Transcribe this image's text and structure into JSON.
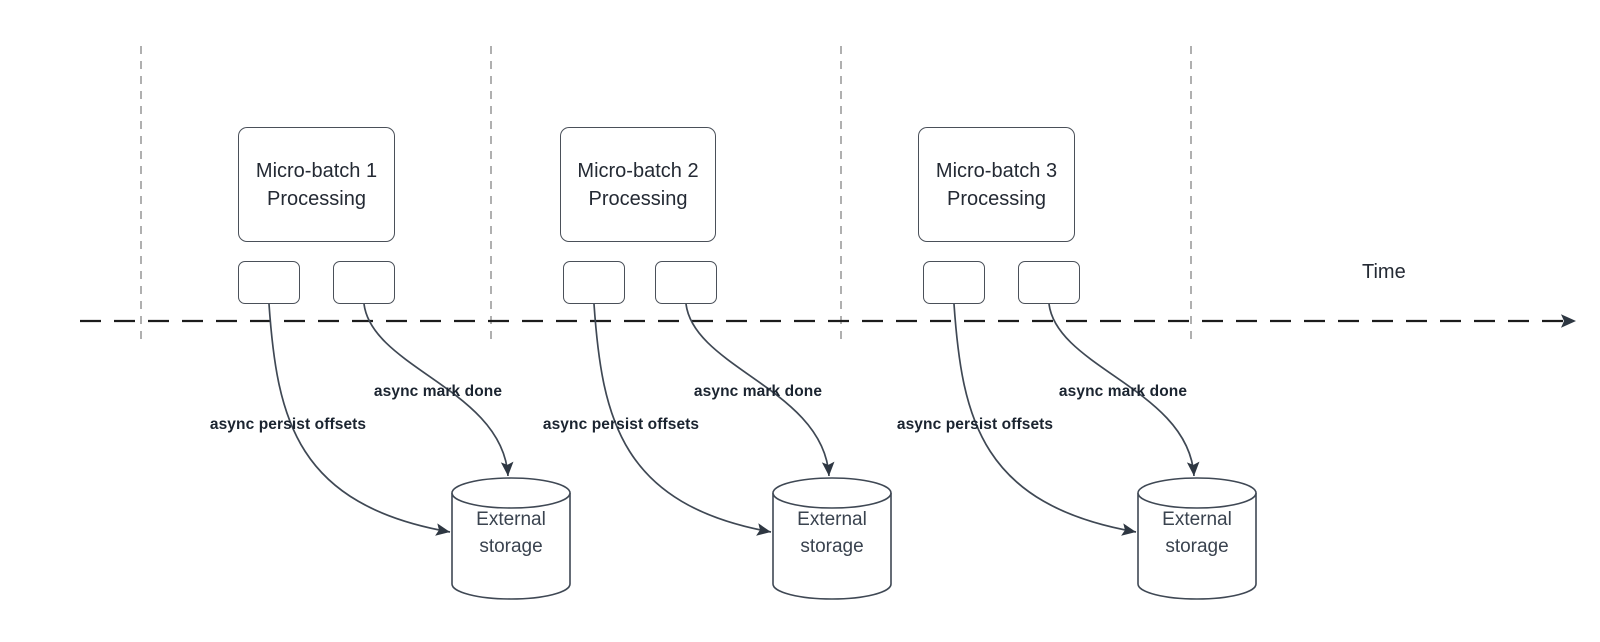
{
  "colors": {
    "shape_stroke": "#4a5059",
    "connector_stroke": "#3f4854",
    "arrow_fill": "#2e3742",
    "timeline_stroke": "#1c1c1c",
    "gridline_stroke": "#a8a8a8",
    "box_text": "#242a34",
    "label_text": "#1b2430",
    "storage_text": "#3a434f",
    "background": "#ffffff"
  },
  "time_axis": {
    "label": "Time"
  },
  "groups": [
    {
      "box_label": "Micro-batch 1 Processing",
      "persist_label": "async persist offsets",
      "done_label": "async mark done",
      "storage_label": "External storage"
    },
    {
      "box_label": "Micro-batch 2 Processing",
      "persist_label": "async persist offsets",
      "done_label": "async mark done",
      "storage_label": "External storage"
    },
    {
      "box_label": "Micro-batch 3 Processing",
      "persist_label": "async persist offsets",
      "done_label": "async mark done",
      "storage_label": "External storage"
    }
  ]
}
